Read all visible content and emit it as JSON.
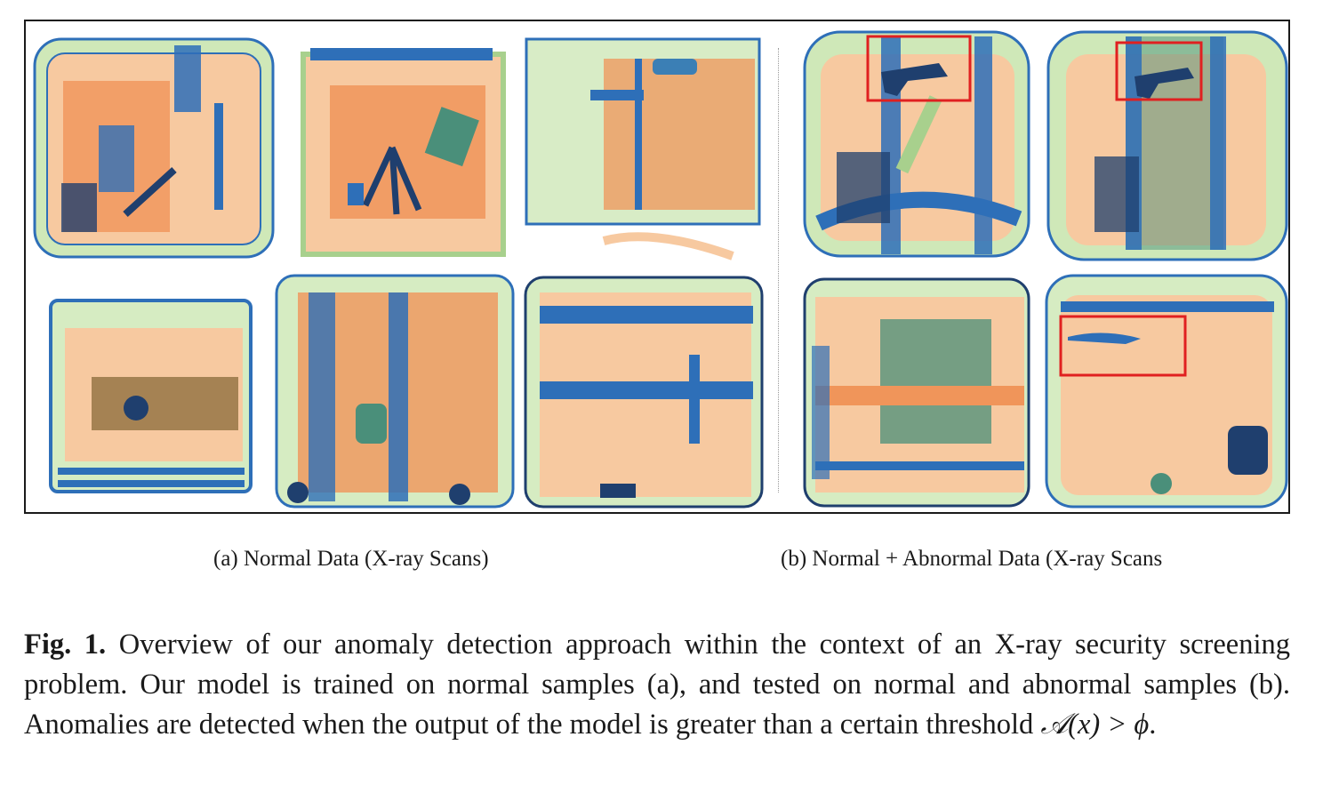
{
  "figure": {
    "subcaptions": {
      "a": "(a) Normal Data (X-ray Scans)",
      "b": "(b) Normal + Abnormal Data (X-ray Scans"
    },
    "caption": {
      "label": "Fig. 1.",
      "text": "Overview of our anomaly detection approach within the context of an X-ray security screening problem. Our model is trained on normal samples (a), and tested on normal and abnormal samples (b). Anomalies are detected when the output of the model is greater than a certain threshold",
      "math": "𝒜(x) > ϕ",
      "end": "."
    },
    "colors": {
      "orange": "#f0955a",
      "orange_light": "#f7c9a0",
      "green": "#a8d08d",
      "blue": "#2e6fb8",
      "dark_blue": "#1f3f6e",
      "highlight_red": "#e02020"
    }
  }
}
